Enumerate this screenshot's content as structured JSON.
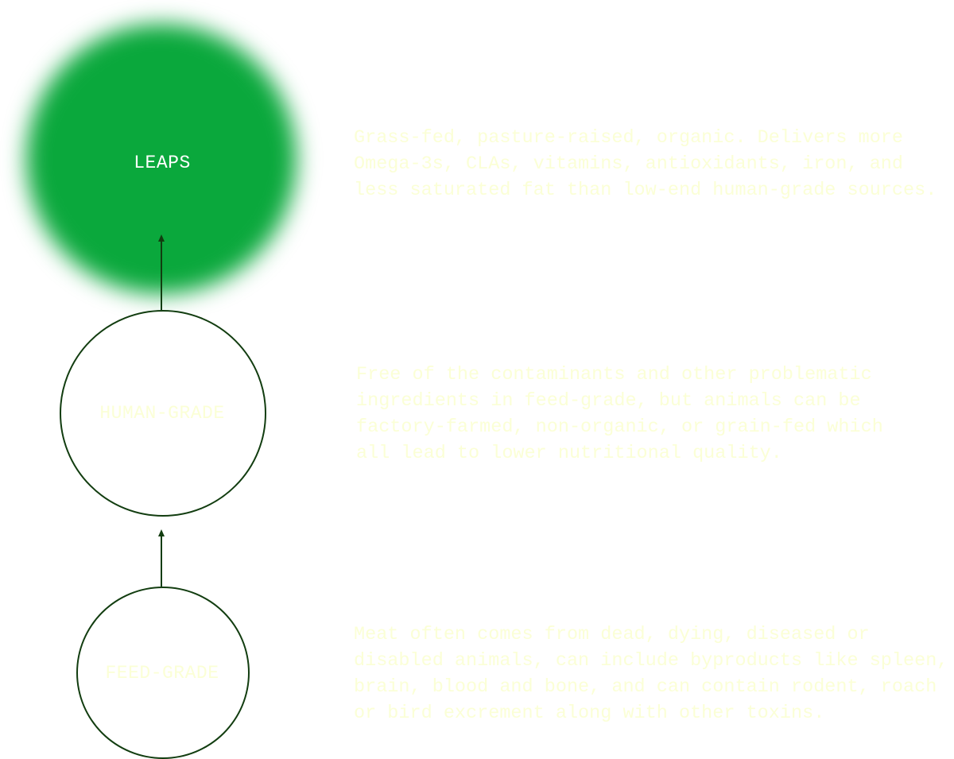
{
  "tiers": [
    {
      "label": "LEAPS",
      "description": [
        "Grass-fed, pasture-raised, organic. Delivers more",
        "Omega-3s, CLAs, vitamins, antioxidants, iron, and",
        "less saturated fat than low-end human-grade sources."
      ]
    },
    {
      "label": "HUMAN-GRADE",
      "description": [
        "Free of the contaminants and other problematic",
        "ingredients in feed-grade, but animals can be",
        "factory-farmed, non-organic, or grain-fed which",
        "all lead to lower nutritional quality."
      ]
    },
    {
      "label": "FEED-GRADE",
      "description": [
        "Meat often comes from dead, dying, diseased or",
        "disabled animals, can include byproducts like spleen,",
        "brain, blood and bone, and can contain rodent, roach",
        "or bird excrement along with other toxins."
      ]
    }
  ],
  "colors": {
    "accent": "#0aa83c",
    "line": "#123d10",
    "text": "#fbffd6"
  }
}
